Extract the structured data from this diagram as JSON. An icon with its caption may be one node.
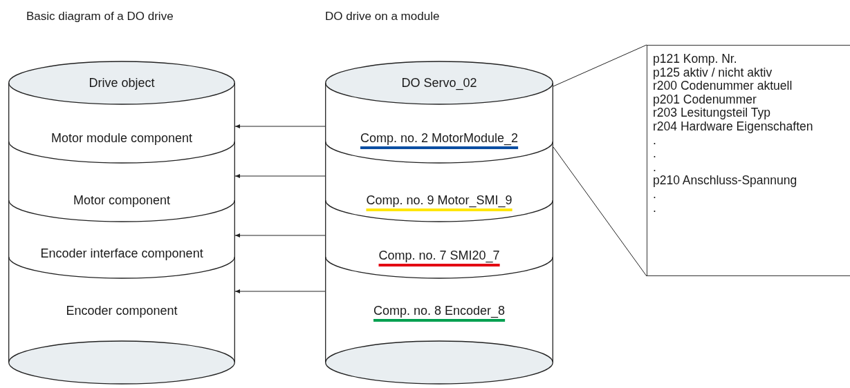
{
  "diagram": {
    "nodes": [
      {
        "text": [
          "Drive object"
        ]
      },
      {
        "text": [
          "Motor module component"
        ]
      },
      {
        "text": [
          "Motor component"
        ]
      },
      {
        "text": [
          "Encoder interface component"
        ]
      },
      {
        "text": [
          "Encoder component"
        ]
      },
      {
        "text": [
          "DO Servo_02"
        ]
      },
      {
        "text": [
          "Comp. no. 2 MotorModule_2"
        ]
      },
      {
        "text": [
          "Comp. no. 9 Motor_SMI_9"
        ]
      },
      {
        "text": [
          "Comp. no. 7 SMI20_7"
        ]
      },
      {
        "text": [
          "Comp. no. 8 Encoder_8"
        ]
      },
      {
        "text": [
          "p121 Komp. Nr.",
          "p125 aktiv / nicht aktiv",
          "r200 Codenummer aktuell",
          "p201 Codenummer",
          "r203 Lesitungsteil Typ",
          "r204 Hardware Eigenschaften",
          ".",
          ".",
          ".",
          "p210 Anschluss-Spannung",
          ".",
          "."
        ]
      }
    ],
    "edges": [
      {
        "from": 6,
        "to": 1,
        "arrow": "to"
      },
      {
        "from": 7,
        "to": 2,
        "arrow": "to"
      },
      {
        "from": 8,
        "to": 3,
        "arrow": "to"
      },
      {
        "from": 9,
        "to": 4,
        "arrow": "to"
      },
      {
        "from": 6,
        "to": 10,
        "arrow": "none"
      },
      {
        "from": 5,
        "to": 10,
        "arrow": "none"
      }
    ],
    "labels": [
      "Basic diagram of a DO drive",
      "DO drive on a module"
    ]
  }
}
